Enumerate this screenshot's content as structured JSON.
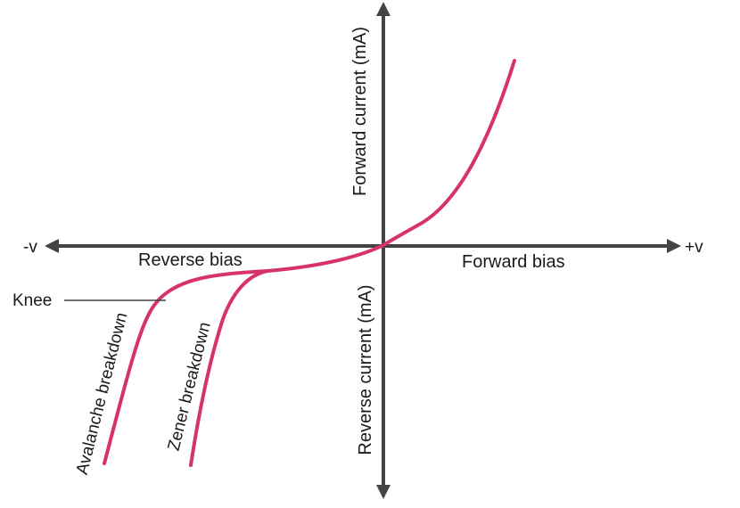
{
  "diagram": {
    "axis_labels": {
      "negative_v": "-v",
      "positive_v": "+v",
      "forward_current": "Forward current (mA)",
      "reverse_current": "Reverse current  (mA)"
    },
    "region_labels": {
      "reverse_bias": "Reverse bias",
      "forward_bias": "Forward bias"
    },
    "annotations": {
      "knee": "Knee",
      "avalanche": "Avalanche breakdown",
      "zener": "Zener breakdown"
    },
    "colors": {
      "curve": "#d6336c",
      "axis": "#444444",
      "text": "#1a1a1a",
      "background": "#ffffff"
    }
  }
}
